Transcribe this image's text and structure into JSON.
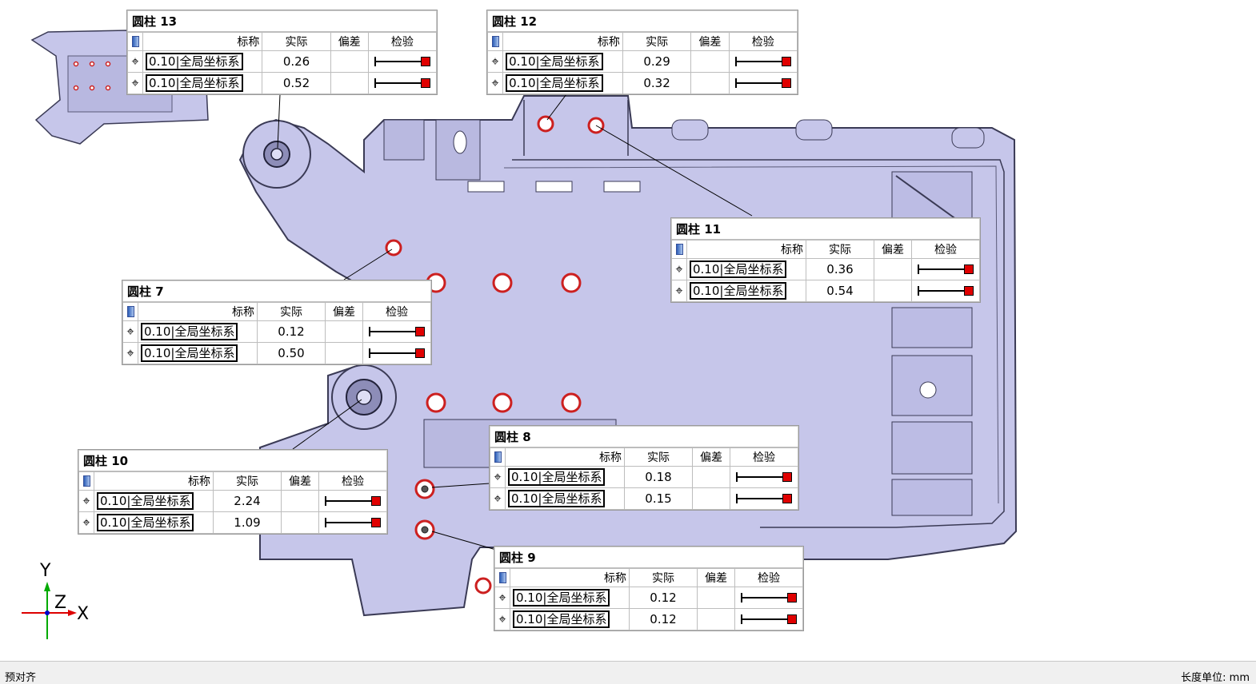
{
  "columns": {
    "name": "标称",
    "actual": "实际",
    "deviation": "偏差",
    "check": "检验"
  },
  "callouts": {
    "c13": {
      "title": "圆柱 13",
      "rows": [
        {
          "tolerance": "0.10|全局坐标系",
          "actual": "0.26"
        },
        {
          "tolerance": "0.10|全局坐标系",
          "actual": "0.52"
        }
      ]
    },
    "c12": {
      "title": "圆柱 12",
      "rows": [
        {
          "tolerance": "0.10|全局坐标系",
          "actual": "0.29"
        },
        {
          "tolerance": "0.10|全局坐标系",
          "actual": "0.32"
        }
      ]
    },
    "c11": {
      "title": "圆柱 11",
      "rows": [
        {
          "tolerance": "0.10|全局坐标系",
          "actual": "0.36"
        },
        {
          "tolerance": "0.10|全局坐标系",
          "actual": "0.54"
        }
      ]
    },
    "c7": {
      "title": "圆柱 7",
      "rows": [
        {
          "tolerance": "0.10|全局坐标系",
          "actual": "0.12"
        },
        {
          "tolerance": "0.10|全局坐标系",
          "actual": "0.50"
        }
      ]
    },
    "c8": {
      "title": "圆柱 8",
      "rows": [
        {
          "tolerance": "0.10|全局坐标系",
          "actual": "0.18"
        },
        {
          "tolerance": "0.10|全局坐标系",
          "actual": "0.15"
        }
      ]
    },
    "c10": {
      "title": "圆柱 10",
      "rows": [
        {
          "tolerance": "0.10|全局坐标系",
          "actual": "2.24"
        },
        {
          "tolerance": "0.10|全局坐标系",
          "actual": "1.09"
        }
      ]
    },
    "c9": {
      "title": "圆柱 9",
      "rows": [
        {
          "tolerance": "0.10|全局坐标系",
          "actual": "0.12"
        },
        {
          "tolerance": "0.10|全局坐标系",
          "actual": "0.12"
        }
      ]
    }
  },
  "axes": {
    "y": "Y",
    "z": "Z",
    "x": "X"
  },
  "colors": {
    "part_fill": "#c6c6ea",
    "part_stroke": "#3a3a55",
    "hole_ring": "#cc2020",
    "fail_marker": "#e00000"
  },
  "icons": {
    "position_tolerance": "position-crosshair-icon",
    "header": "feature-blue-icon"
  },
  "status": {
    "left": "预对齐",
    "right": "长度单位: mm"
  }
}
